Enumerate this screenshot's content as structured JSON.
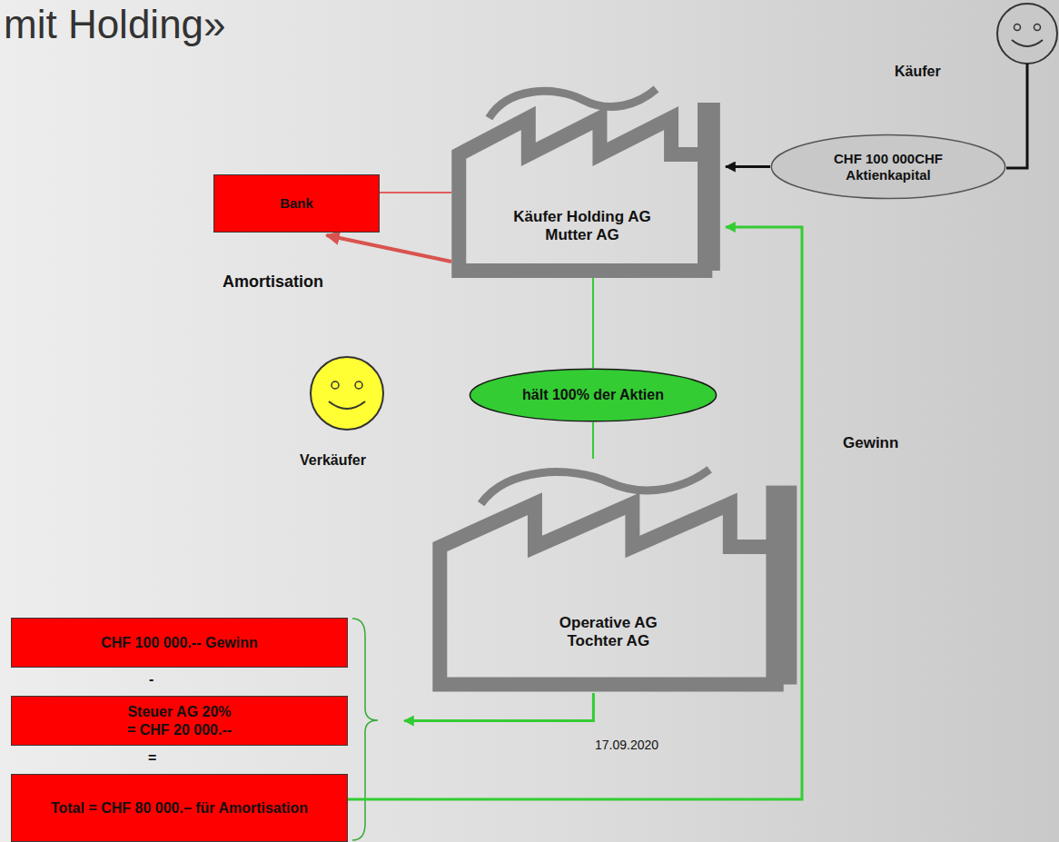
{
  "diagram": {
    "title": "mit Holding»",
    "nodes": [
      {
        "text": [
          "Käufer Holding AG Mutter AG"
        ]
      },
      {
        "text": [
          "CHF 100 000CHF Aktienkapital"
        ]
      },
      {
        "text": [
          "Bank"
        ]
      },
      {
        "text": [
          "hält 100% der Aktien"
        ]
      },
      {
        "text": [
          "Operative AG Tochter AG"
        ]
      },
      {
        "text": [
          "CHF 100 000.-- Gewinn"
        ]
      },
      {
        "text": [
          "Steuer AG 20% = CHF 20 000.--"
        ]
      },
      {
        "text": [
          "Total = CHF 80 000.– für Amortisation"
        ]
      }
    ],
    "edges": [
      {
        "from": 1,
        "to": 0,
        "arrow": "to"
      },
      {
        "from": 0,
        "to": 2,
        "arrow": "none"
      },
      {
        "from": 0,
        "to": 2,
        "label": "Amortisation",
        "arrow": "to"
      },
      {
        "from": 0,
        "to": 3,
        "arrow": "none"
      },
      {
        "from": 3,
        "to": 4,
        "arrow": "none"
      },
      {
        "from": 4,
        "to": 6,
        "arrow": "to"
      },
      {
        "from": 7,
        "to": 0,
        "label": "Gewinn",
        "arrow": "to"
      }
    ],
    "labels": [
      "Käufer",
      "Verkäufer",
      "-",
      "17.09.2020",
      "="
    ]
  }
}
